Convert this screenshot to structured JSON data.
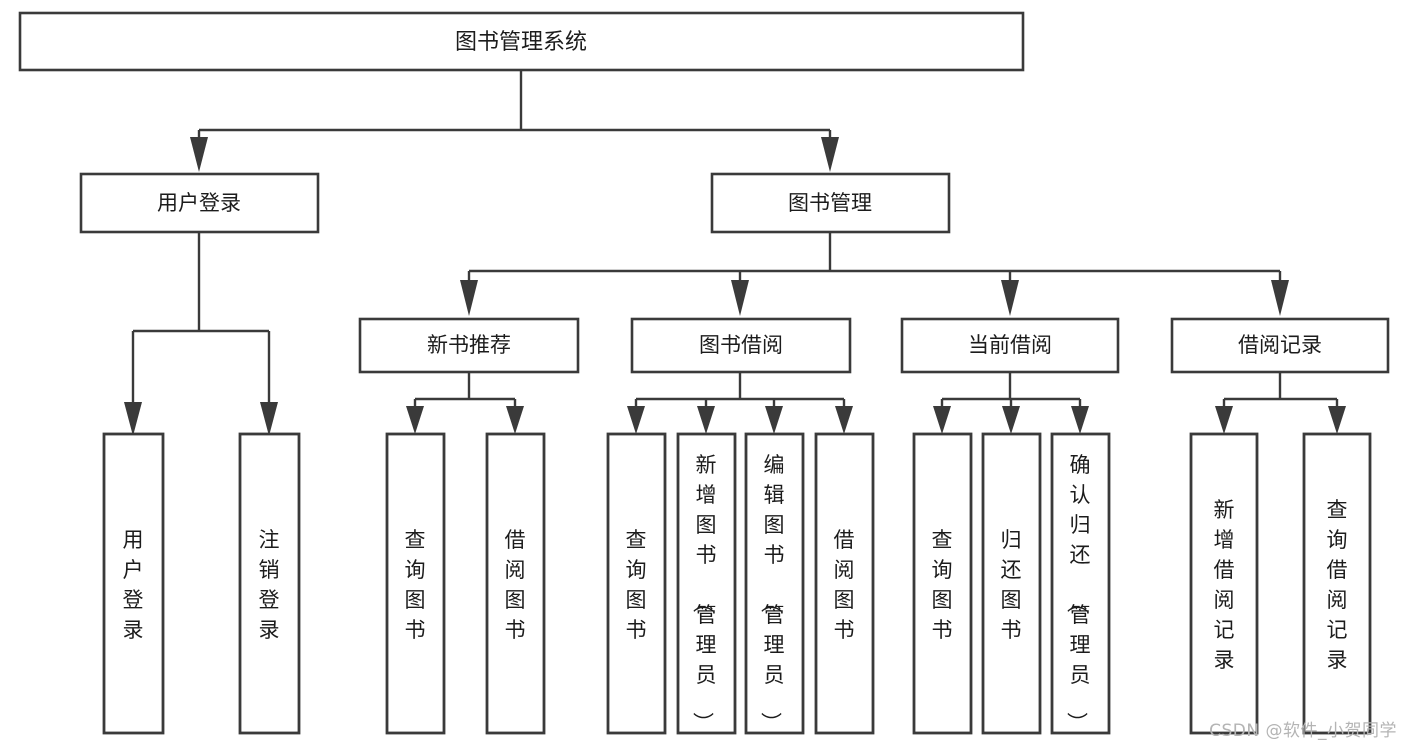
{
  "diagram": {
    "type": "tree",
    "title": "图书管理系统",
    "watermark": "CSDN @软件_小贺同学",
    "colors": {
      "box_stroke": "#3a3a3a",
      "box_fill": "#ffffff",
      "connector": "#3a3a3a",
      "text": "#1c1c1c",
      "watermark": "#b4b4b4",
      "background": "#ffffff"
    },
    "root": {
      "label": "图书管理系统"
    },
    "level2": [
      {
        "label": "用户登录"
      },
      {
        "label": "图书管理"
      }
    ],
    "level3": [
      {
        "label": "新书推荐"
      },
      {
        "label": "图书借阅"
      },
      {
        "label": "当前借阅"
      },
      {
        "label": "借阅记录"
      }
    ],
    "leaves": {
      "user_login": [
        {
          "label": "用户登录"
        },
        {
          "label": "注销登录"
        }
      ],
      "new_book": [
        {
          "label": "查询图书"
        },
        {
          "label": "借阅图书"
        }
      ],
      "book_borrow": [
        {
          "label": "查询图书"
        },
        {
          "label": "新增图书（管理员）"
        },
        {
          "label": "编辑图书（管理员）"
        },
        {
          "label": "借阅图书"
        }
      ],
      "current_borrow": [
        {
          "label": "查询图书"
        },
        {
          "label": "归还图书"
        },
        {
          "label": "确认归还（管理员）"
        }
      ],
      "borrow_record": [
        {
          "label": "新增借阅记录"
        },
        {
          "label": "查询借阅记录"
        }
      ]
    }
  }
}
